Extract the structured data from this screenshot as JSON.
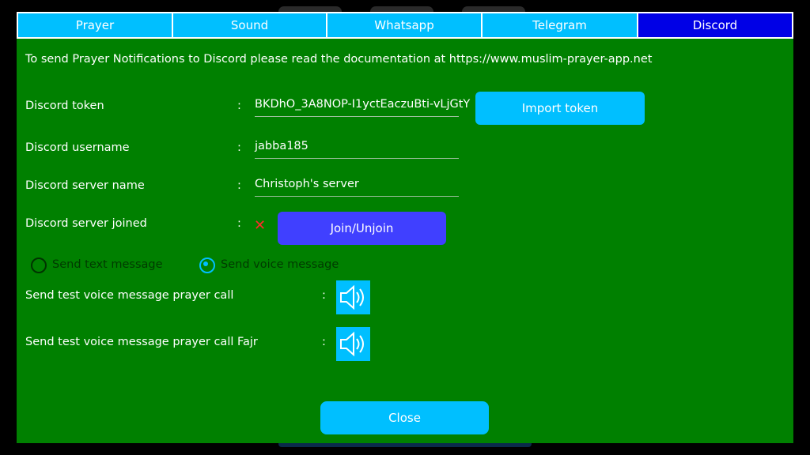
{
  "tabs": [
    {
      "label": "Prayer",
      "active": false
    },
    {
      "label": "Sound",
      "active": false
    },
    {
      "label": "Whatsapp",
      "active": false
    },
    {
      "label": "Telegram",
      "active": false
    },
    {
      "label": "Discord",
      "active": true
    }
  ],
  "intro_text": "To send Prayer Notifications to Discord please read the documentation at https://www.muslim-prayer-app.net",
  "separator": ":",
  "rows": {
    "token": {
      "label": "Discord token",
      "value": "BKDhO_3A8NOP-I1yctEaczuBti-vLjGtY"
    },
    "username": {
      "label": "Discord username",
      "value": "jabba185"
    },
    "server_name": {
      "label": "Discord server name",
      "value": "Christoph's server"
    },
    "server_joined": {
      "label": "Discord server joined",
      "status_icon": "cross-icon",
      "status_color": "#ff2a2a"
    }
  },
  "buttons": {
    "import_token": "Import token",
    "join_unjoin": "Join/Unjoin",
    "close": "Close"
  },
  "message_type": {
    "options": [
      "Send text message",
      "Send voice message"
    ],
    "selected": "Send voice message"
  },
  "tests": [
    {
      "label": "Send test voice message prayer call",
      "icon": "speaker-icon"
    },
    {
      "label": "Send test voice message prayer call Fajr",
      "icon": "speaker-icon"
    }
  ],
  "colors": {
    "background": "#008000",
    "tab": "#00bfff",
    "tab_active": "#0000e6",
    "button": "#00bfff",
    "join_button": "#4040ff"
  }
}
